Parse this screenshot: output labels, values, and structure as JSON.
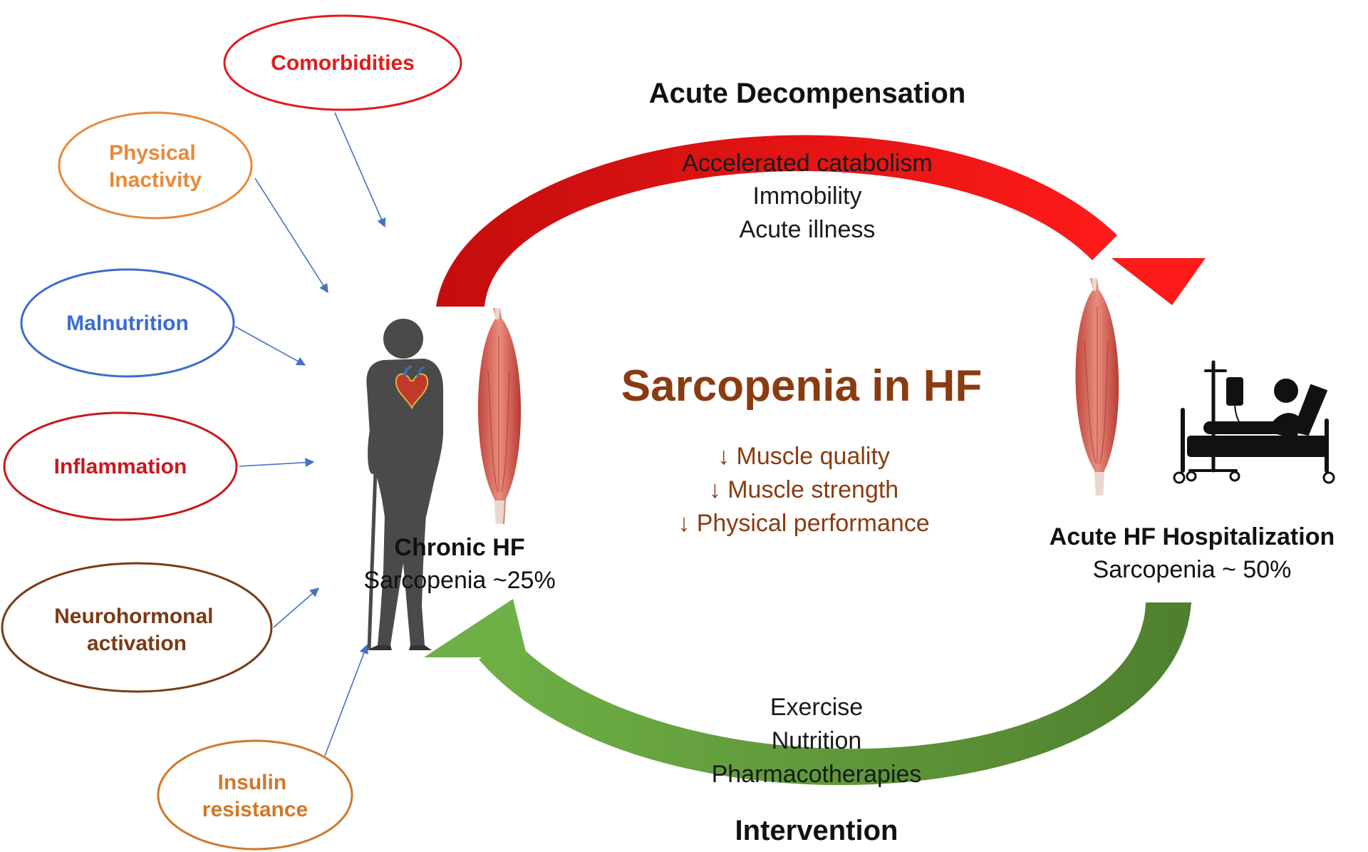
{
  "colors": {
    "comorbidities": "#e11b1b",
    "physical_inactivity": "#e8893a",
    "malnutrition": "#3b6ccf",
    "inflammation": "#c8181e",
    "neurohormonal": "#7a3a16",
    "insulin": "#d0782b",
    "title": "#8a3b12",
    "red_arrow": "#e01010",
    "green_arrow": "#5e9c3a",
    "pointer": "#4472c4",
    "silhouette": "#4a4a4a"
  },
  "factors": {
    "comorbidities": {
      "label": [
        "Comorbidities"
      ]
    },
    "physical_inactivity": {
      "label": [
        "Physical",
        "Inactivity"
      ]
    },
    "malnutrition": {
      "label": [
        "Malnutrition"
      ]
    },
    "inflammation": {
      "label": [
        "Inflammation"
      ]
    },
    "neurohormonal": {
      "label": [
        "Neurohormonal",
        "activation"
      ]
    },
    "insulin": {
      "label": [
        "Insulin",
        "resistance"
      ]
    }
  },
  "decompensation": {
    "heading": "Acute Decompensation",
    "items": [
      "Accelerated catabolism",
      "Immobility",
      "Acute illness"
    ]
  },
  "center": {
    "title": "Sarcopenia in HF",
    "effects": [
      "↓ Muscle quality",
      "↓ Muscle strength",
      "↓ Physical performance"
    ]
  },
  "chronic": {
    "title": "Chronic HF",
    "subtitle": "Sarcopenia ~25%"
  },
  "acute": {
    "title": "Acute HF Hospitalization",
    "subtitle": "Sarcopenia ~ 50%"
  },
  "intervention": {
    "heading": "Intervention",
    "items": [
      "Exercise",
      "Nutrition",
      "Pharmacotherapies"
    ]
  },
  "icons": {
    "elderly": "elderly-person-with-cane-icon",
    "heart": "heart-icon",
    "muscle": "muscle-icon",
    "hospital": "hospital-bed-patient-icon"
  }
}
